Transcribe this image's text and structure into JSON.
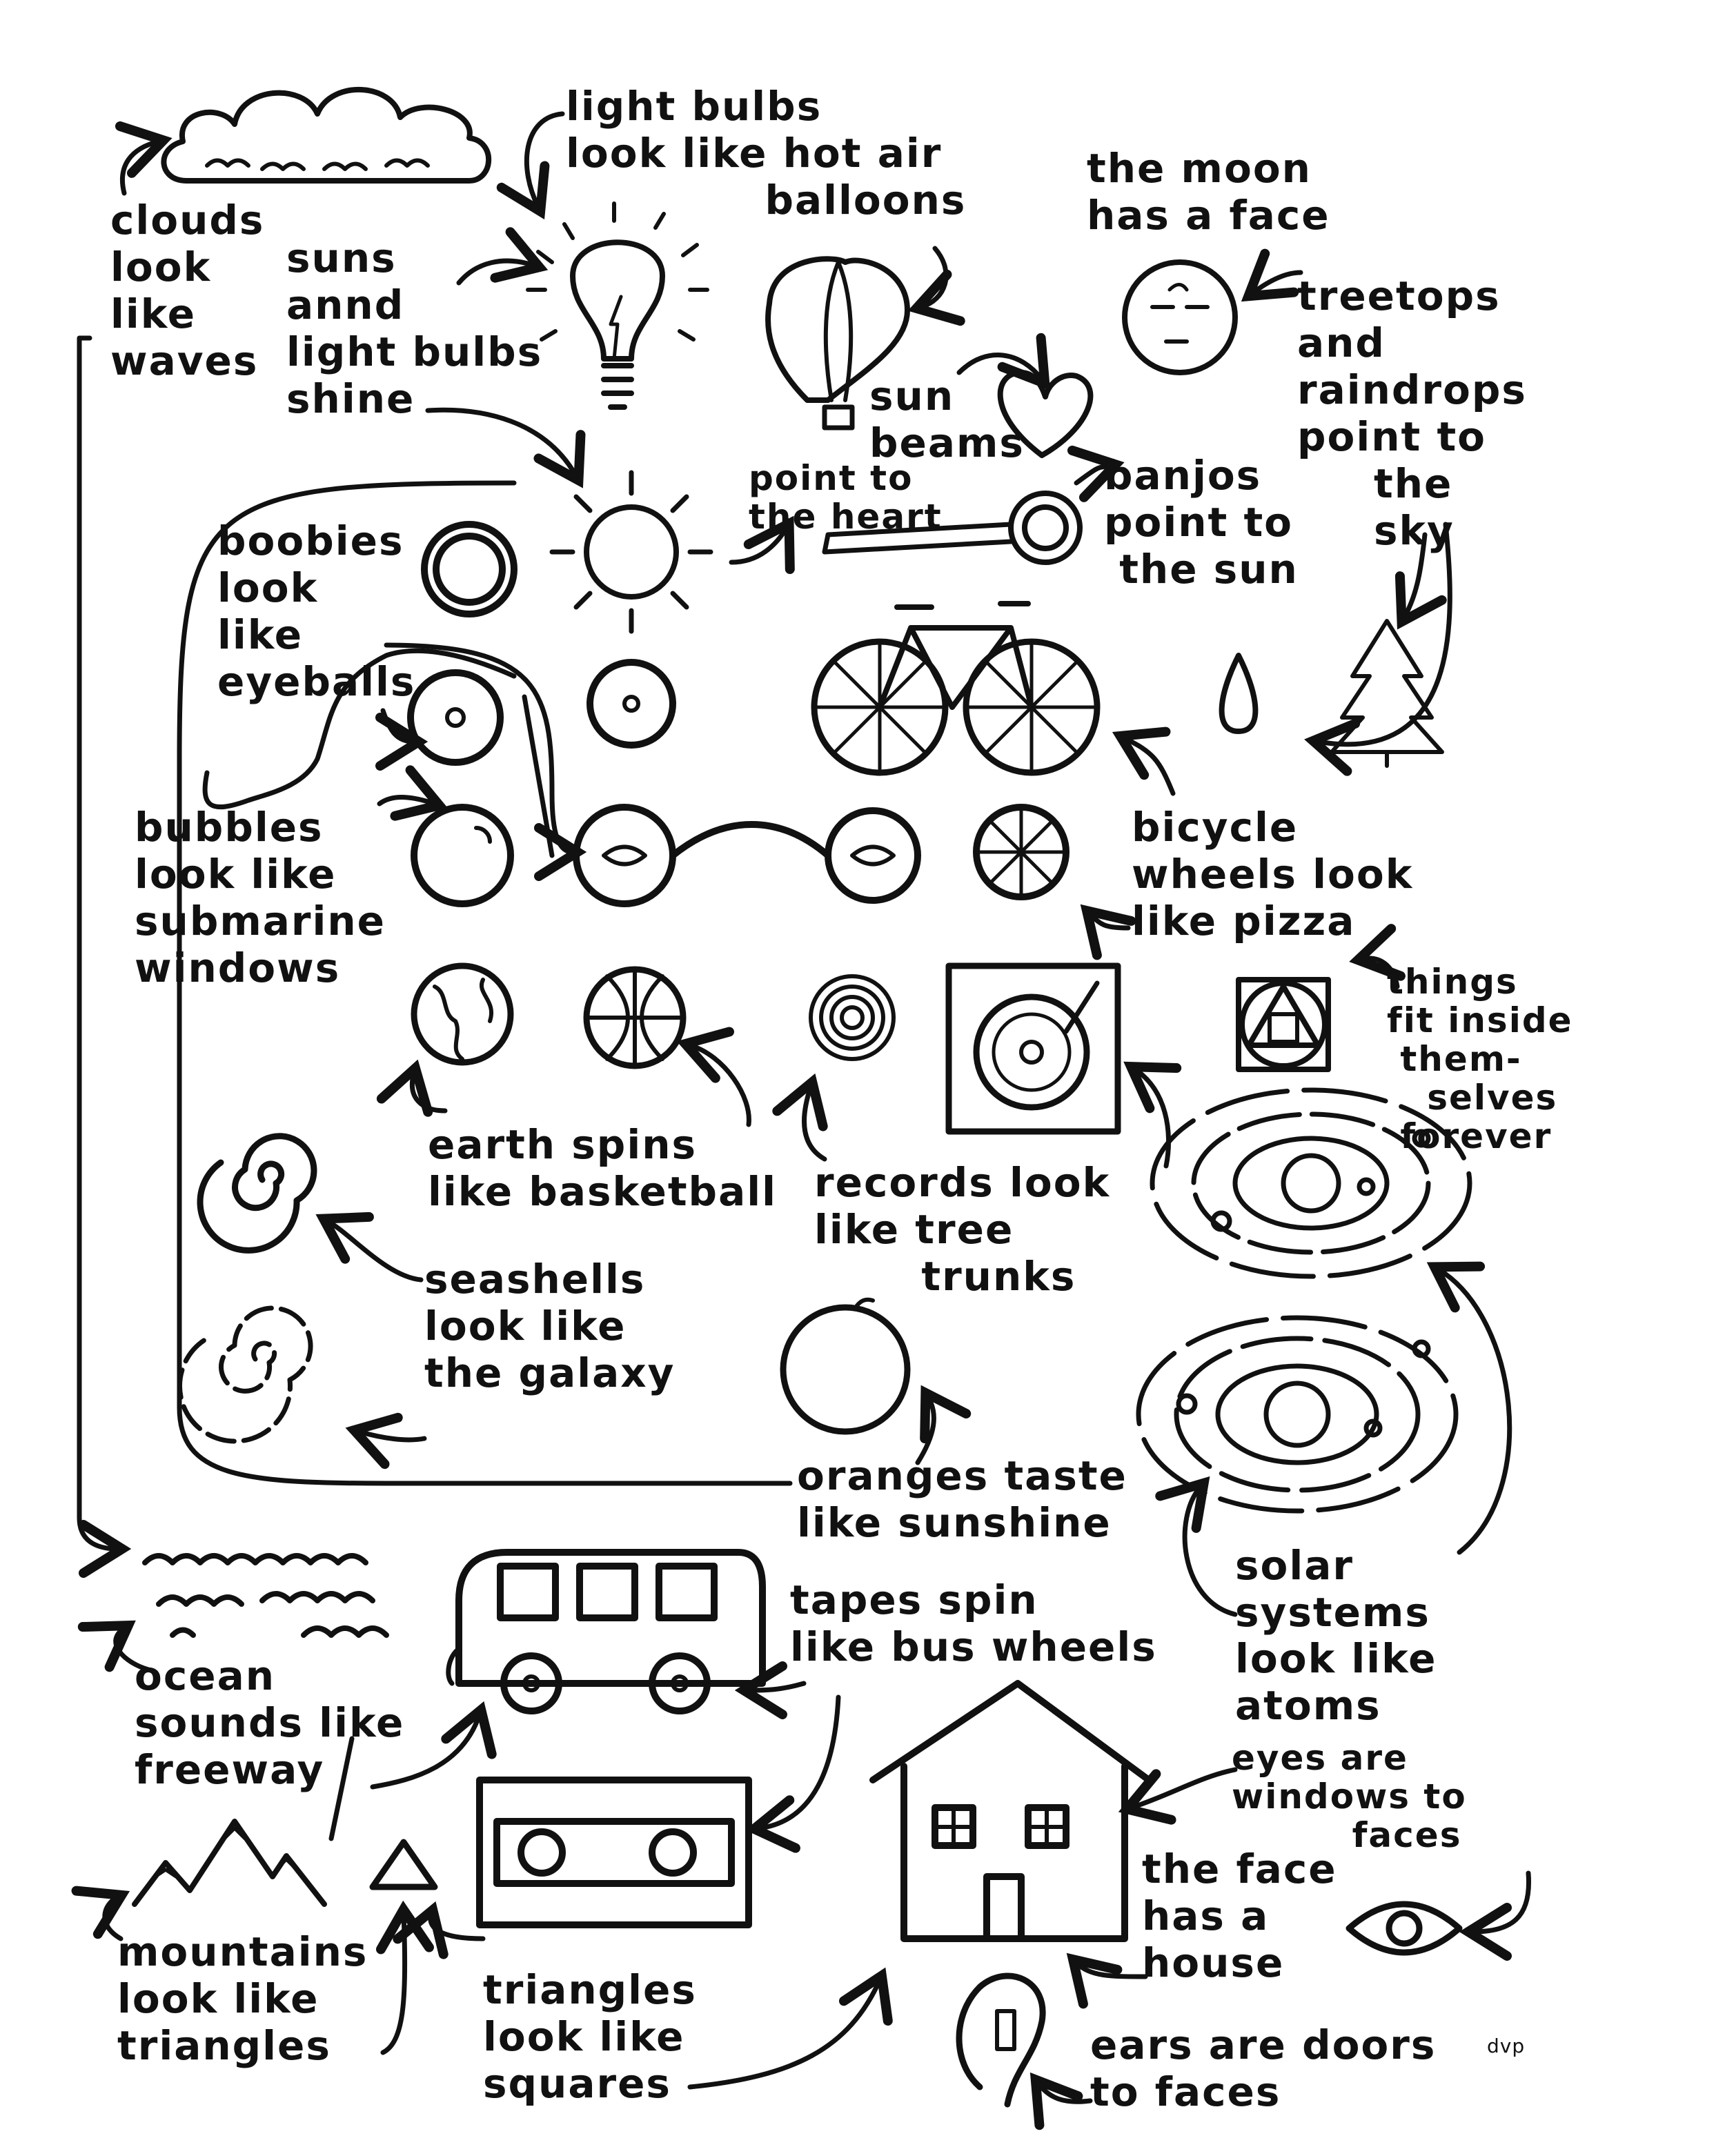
{
  "labels": {
    "clouds": "clouds\nlook\nlike\nwaves",
    "lightbulbs_balloons": "light bulbs\nlook like hot air\n             balloons",
    "moon": "the moon\nhas a face",
    "treetops": "treetops\nand\nraindrops\npoint to\n     the\n     sky",
    "suns": "suns\nannd\nlight bulbs\nshine",
    "sunbeams": "sun\nbeams",
    "point_heart": "point to\nthe heart",
    "banjos": "banjos\npoint to\n the sun",
    "boobies": "boobies\nlook\nlike\neyeballs",
    "bubbles": "bubbles\nlook like\nsubmarine\nwindows",
    "bicycle": "bicycle\nwheels look\nlike pizza",
    "things": "things\nfit inside\n them-\n   selves\n forever",
    "earth": "earth spins\nlike basketball",
    "records": "records look\nlike tree\n       trunks",
    "seashells": "seashells\nlook like\nthe galaxy",
    "oranges": "oranges taste\nlike sunshine",
    "solar": "solar\nsystems",
    "solar_atoms": "look like\natoms",
    "tapes": "tapes spin\nlike bus wheels",
    "ocean": "ocean\nsounds like\nfreeway",
    "eyes_windows": "eyes are\nwindows to\n         faces",
    "face_house": "the face\nhas a\nhouse",
    "mountains": "mountains\nlook like\ntriangles",
    "triangles": "triangles\nlook like\nsquares",
    "ears": "ears are doors\nto faces",
    "signature": "dvp"
  }
}
